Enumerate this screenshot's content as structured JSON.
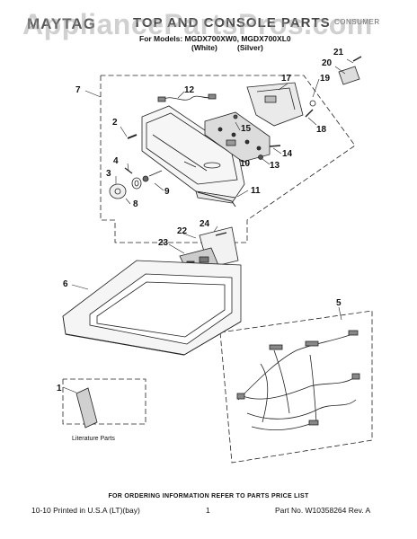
{
  "header": {
    "brand": "MAYTAG",
    "title": "TOP AND CONSOLE PARTS",
    "control_code": "CONSUMER",
    "watermark": "AppliancePartsPros.com",
    "models_line": "For Models: MGDX700XW0, MGDX700XL0",
    "variant_white": "(White)",
    "variant_silver": "(Silver)"
  },
  "callouts": {
    "c1": "1",
    "c2": "2",
    "c3": "3",
    "c4": "4",
    "c5": "5",
    "c6": "6",
    "c7": "7",
    "c8": "8",
    "c9": "9",
    "c10": "10",
    "c11": "11",
    "c12": "12",
    "c13": "13",
    "c14": "14",
    "c15": "15",
    "c17": "17",
    "c18": "18",
    "c19": "19",
    "c20": "20",
    "c21": "21",
    "c22": "22",
    "c23": "23",
    "c24": "24"
  },
  "literature_label": "Literature Parts",
  "footer": {
    "ordering": "FOR ORDERING INFORMATION REFER TO PARTS PRICE LIST",
    "printed": "10-10 Printed in U.S.A (LT)(bay)",
    "page": "1",
    "part_no": "Part No. W10358264 Rev. A"
  }
}
